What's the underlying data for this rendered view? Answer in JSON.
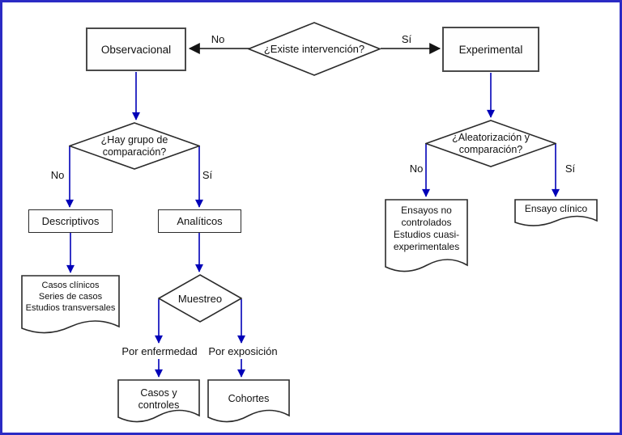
{
  "colors": {
    "arrow_blue": "#0000b8",
    "line_black": "#141414",
    "shape_border": "#2b2b2b",
    "page_border_blue": "#2b2bc4",
    "background": "#ffffff"
  },
  "flowchart": {
    "decision_root": "¿Existe intervención?",
    "root_no": "No",
    "root_si": "Sí",
    "observacional": "Observacional",
    "experimental": "Experimental",
    "decision_grupo": {
      "line1": "¿Hay grupo de",
      "line2": "comparación?"
    },
    "grupo_no": "No",
    "grupo_si": "Sí",
    "descriptivos": "Descriptivos",
    "analiticos": "Analíticos",
    "doc_descriptivos": {
      "line1": "Casos clínicos",
      "line2": "Series de casos",
      "line3": "Estudios transversales"
    },
    "muestreo": "Muestreo",
    "por_enfermedad": "Por enfermedad",
    "por_exposicion": "Por exposición",
    "doc_casos_controles": {
      "line1": "Casos y",
      "line2": "controles"
    },
    "doc_cohortes": "Cohortes",
    "decision_aleatorizacion": {
      "line1": "¿Aleatorización y",
      "line2": "comparación?"
    },
    "aleatorizacion_no": "No",
    "aleatorizacion_si": "Sí",
    "doc_ensayos_no_controlados": {
      "line1": "Ensayos no",
      "line2": "controlados",
      "line3": "Estudios cuasi-",
      "line4": "experimentales"
    },
    "doc_ensayo_clinico": "Ensayo clínico"
  }
}
